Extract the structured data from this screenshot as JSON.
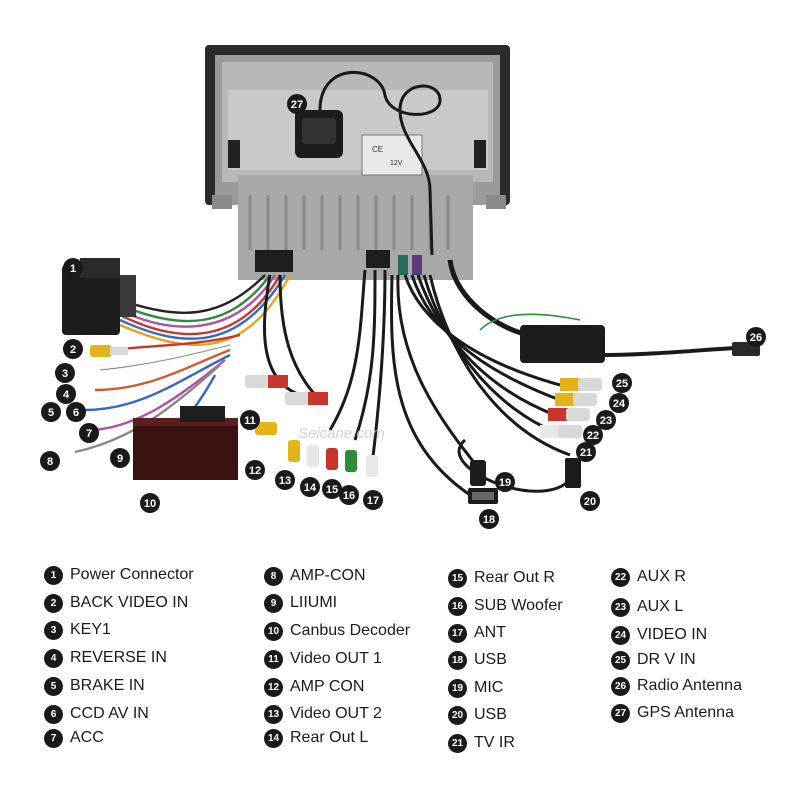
{
  "watermark": "Seicane.com",
  "diagram": {
    "device_label_1": "CE",
    "device_label_2": "12V"
  },
  "legend": {
    "col1": [
      {
        "num": "1",
        "label": "Power Connector"
      },
      {
        "num": "2",
        "label": "BACK VIDEO IN"
      },
      {
        "num": "3",
        "label": "KEY1"
      },
      {
        "num": "4",
        "label": "REVERSE IN"
      },
      {
        "num": "5",
        "label": "BRAKE IN"
      },
      {
        "num": "6",
        "label": "CCD AV IN"
      },
      {
        "num": "7",
        "label": "ACC"
      }
    ],
    "col2": [
      {
        "num": "8",
        "label": "AMP-CON"
      },
      {
        "num": "9",
        "label": "LIIUMI"
      },
      {
        "num": "10",
        "label": "Canbus Decoder"
      },
      {
        "num": "11",
        "label": "Video OUT 1"
      },
      {
        "num": "12",
        "label": "AMP CON"
      },
      {
        "num": "13",
        "label": "Video OUT 2"
      },
      {
        "num": "14",
        "label": "Rear Out L"
      }
    ],
    "col3": [
      {
        "num": "15",
        "label": "Rear Out R"
      },
      {
        "num": "16",
        "label": "SUB Woofer"
      },
      {
        "num": "17",
        "label": "ANT"
      },
      {
        "num": "18",
        "label": "USB"
      },
      {
        "num": "19",
        "label": "MIC"
      },
      {
        "num": "20",
        "label": "USB"
      },
      {
        "num": "21",
        "label": "TV IR"
      }
    ],
    "col4": [
      {
        "num": "22",
        "label": "AUX R"
      },
      {
        "num": "23",
        "label": "AUX L"
      },
      {
        "num": "24",
        "label": "VIDEO IN"
      },
      {
        "num": "25",
        "label": "DR V IN"
      },
      {
        "num": "26",
        "label": "Radio Antenna"
      },
      {
        "num": "27",
        "label": "GPS Antenna"
      }
    ]
  }
}
